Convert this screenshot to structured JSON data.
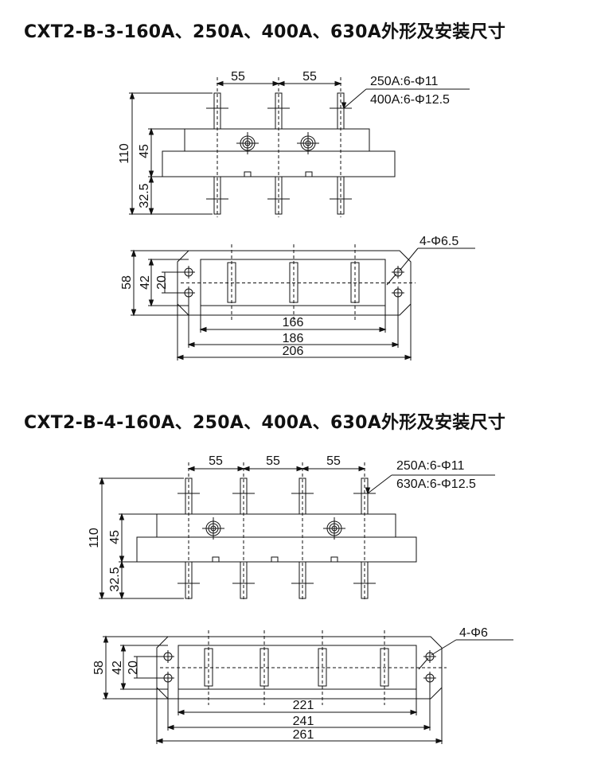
{
  "drawing1": {
    "title": "CXT2-B-3-160A、250A、400A、630A外形及安装尺寸",
    "front": {
      "pitch_a": "55",
      "pitch_b": "55",
      "height": "110",
      "body": "45",
      "lower": "32.5",
      "note1": "250A:6-Φ11",
      "note2": "400A:6-Φ12.5"
    },
    "top": {
      "width": "58",
      "inner": "42",
      "holes": "20",
      "holes_note": "4-Φ6.5",
      "d1": "166",
      "d2": "186",
      "d3": "206"
    }
  },
  "drawing2": {
    "title": "CXT2-B-4-160A、250A、400A、630A外形及安装尺寸",
    "front": {
      "pitch_a": "55",
      "pitch_b": "55",
      "pitch_c": "55",
      "height": "110",
      "body": "45",
      "lower": "32.5",
      "note1": "250A:6-Φ11",
      "note2": "630A:6-Φ12.5"
    },
    "top": {
      "width": "58",
      "inner": "42",
      "holes": "20",
      "holes_note": "4-Φ6",
      "d1": "221",
      "d2": "241",
      "d3": "261"
    }
  }
}
